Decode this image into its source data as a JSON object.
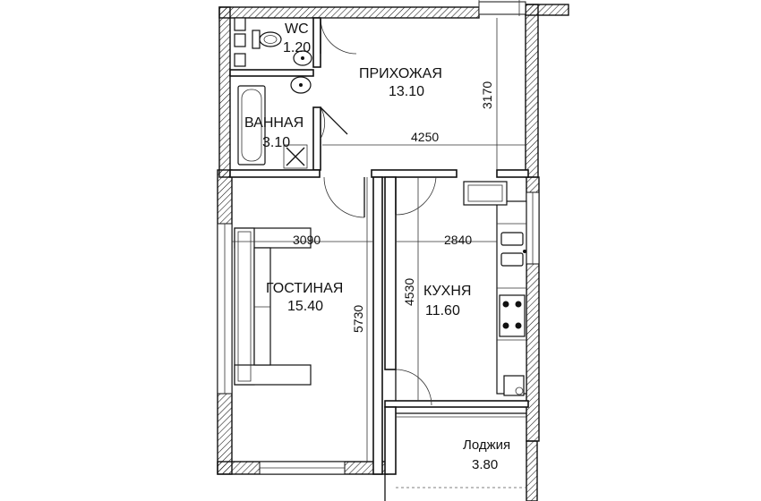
{
  "rooms": {
    "wc": {
      "name": "WC",
      "area": "1.20"
    },
    "hallway": {
      "name": "ПРИХОЖАЯ",
      "area": "13.10"
    },
    "bathroom": {
      "name": "ВАННАЯ",
      "area": "3.10"
    },
    "living": {
      "name": "ГОСТИНАЯ",
      "area": "15.40"
    },
    "kitchen": {
      "name": "КУХНЯ",
      "area": "11.60"
    },
    "loggia": {
      "name": "Лоджия",
      "area": "3.80"
    }
  },
  "dimensions": {
    "hall_height": "3170",
    "hall_width": "4250",
    "living_width": "3090",
    "kitchen_width": "2840",
    "kitchen_depth": "4530",
    "living_depth": "5730"
  },
  "icons": [
    "toilet-icon",
    "sink-icon",
    "bathtub-icon",
    "stove-icon",
    "kitchen-sink-icon",
    "sofa-icon",
    "door-swing-icon"
  ]
}
